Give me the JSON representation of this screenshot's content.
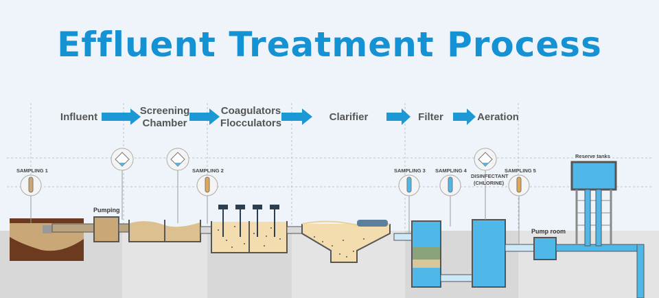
{
  "title": "Effluent Treatment Process",
  "steps": [
    "Influent",
    "Screening Chamber",
    "Coagulators Flocculators",
    "Clarifier",
    "Filter",
    "Aeration"
  ],
  "step_lines": {
    "screening_1": "Screening",
    "screening_2": "Chamber",
    "coag_1": "Coagulators",
    "coag_2": "Flocculators"
  },
  "labels": {
    "sampling_1": "SAMPLING 1",
    "sampling_2": "SAMPLING 2",
    "sampling_3": "SAMPLING 3",
    "sampling_4": "SAMPLING 4",
    "sampling_5": "SAMPLING 5",
    "disinfectant_1": "DISINFECTANT",
    "disinfectant_2": "(CHLORINE)",
    "pumping": "Pumping",
    "pump_room": "Pump room",
    "reserve_tanks": "Reserve tanks"
  },
  "colors": {
    "title": "#1592d3",
    "arrow": "#1c98d5",
    "water": "#4fb8e8",
    "sludge": "#c9a777",
    "soil": "#6b3a1f",
    "ground": "#dcdcdc"
  },
  "icons": [
    "test-tube-icon",
    "dosing-diamond-icon",
    "right-arrow-icon",
    "mixer-icon"
  ]
}
